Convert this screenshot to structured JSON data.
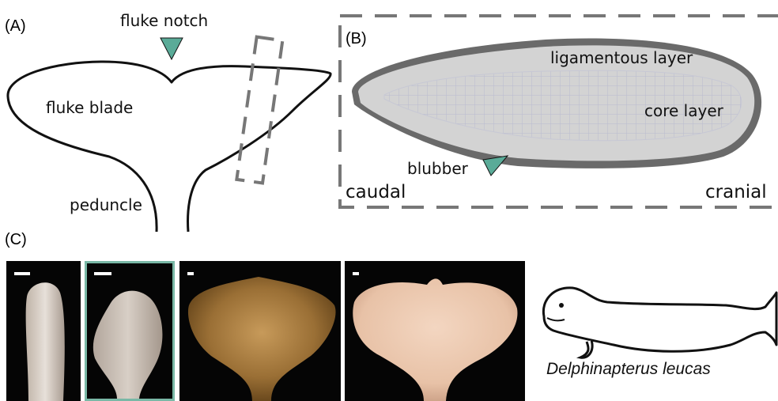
{
  "panel_a": {
    "letter": "(A)",
    "labels": {
      "fluke_notch": "fluke notch",
      "fluke_blade": "fluke blade",
      "peduncle": "peduncle"
    }
  },
  "panel_b": {
    "letter": "(B)",
    "labels": {
      "ligamentous_layer": "ligamentous layer",
      "core_layer": "core layer",
      "blubber": "blubber",
      "caudal": "caudal",
      "cranial": "cranial"
    }
  },
  "panel_c": {
    "letter": "(C)",
    "species": "Delphinapterus leucas"
  },
  "colors": {
    "marker": "#5aab98",
    "highlight_border": "#79b8a6",
    "dashed_box": "#777777"
  }
}
